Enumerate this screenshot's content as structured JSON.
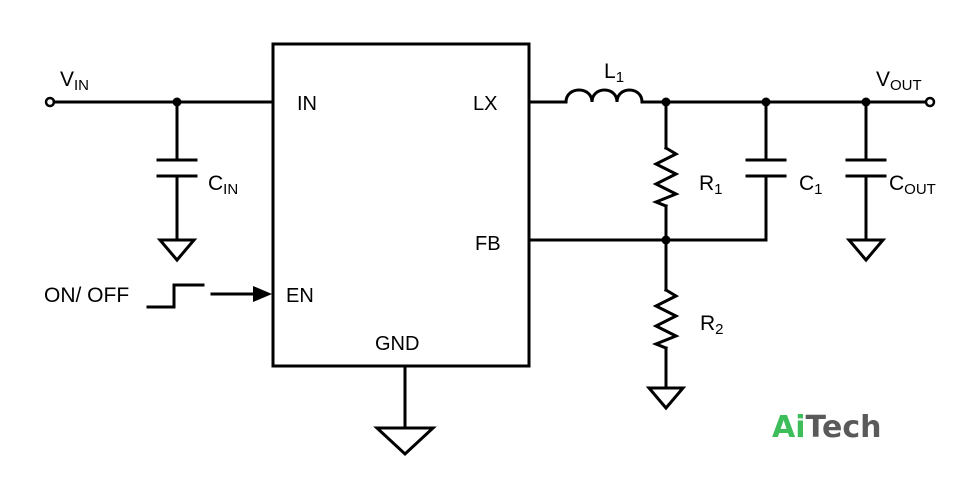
{
  "ic": {
    "pins": {
      "in": "IN",
      "lx": "LX",
      "fb": "FB",
      "en": "EN",
      "gnd": "GND"
    }
  },
  "labels": {
    "vin": {
      "main": "V",
      "sub": "IN"
    },
    "vout": {
      "main": "V",
      "sub": "OUT"
    },
    "l1": {
      "main": "L",
      "sub": "1"
    },
    "cin": {
      "main": "C",
      "sub": "IN"
    },
    "r1": {
      "main": "R",
      "sub": "1"
    },
    "c1": {
      "main": "C",
      "sub": "1"
    },
    "cout": {
      "main": "C",
      "sub": "OUT"
    },
    "r2": {
      "main": "R",
      "sub": "2"
    },
    "on_off": "ON/ OFF"
  },
  "logo": {
    "part1": "Ai",
    "part2": "Tech",
    "color1": "#3dbe5a",
    "color2": "#5a5a5a"
  }
}
